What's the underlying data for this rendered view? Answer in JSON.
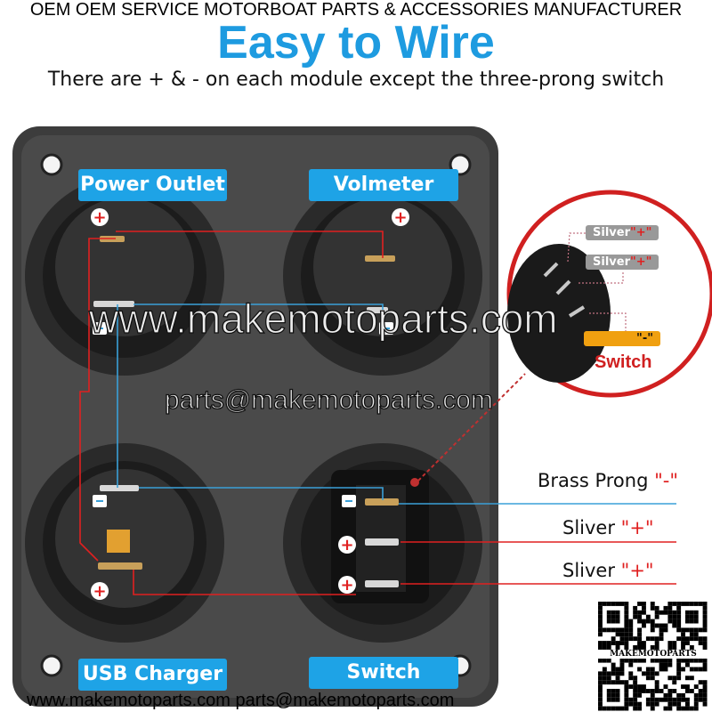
{
  "header": {
    "banner": "OEM OEM SERVICE MOTORBOAT PARTS & ACCESSORIES MANUFACTURER",
    "title": "Easy to Wire",
    "subtitle": "There are + & - on each module except the three-prong switch"
  },
  "modules": {
    "power_outlet": "Power Outlet",
    "voltmeter": "Volmeter",
    "usb_charger": "USB Charger",
    "switch": "Switch"
  },
  "polarity": {
    "plus": "+",
    "minus": "-"
  },
  "callout": {
    "tag1_prefix": "Silver",
    "tag1_sign": "\"+\"",
    "tag2_prefix": "Silver",
    "tag2_sign": "\"+\"",
    "tag3_sign": "\"-\"",
    "title": "Switch"
  },
  "prongs": {
    "brass_prefix": "Brass Prong ",
    "brass_sign": "\"-\"",
    "sliver1_prefix": "Sliver ",
    "sliver1_sign": "\"+\"",
    "sliver2_prefix": "Sliver ",
    "sliver2_sign": "\"+\""
  },
  "watermark": {
    "site": "www.makemotoparts.com",
    "email": "parts@makemotoparts.com",
    "qr_caption": "MAKEMOTOPARTS"
  },
  "footer": "www.makemotoparts.com   parts@makemotoparts.com",
  "colors": {
    "accent": "#1ea3e6",
    "red": "#e02020",
    "wire_blue": "#3aa0d8",
    "panel": "#3a3a3a"
  }
}
